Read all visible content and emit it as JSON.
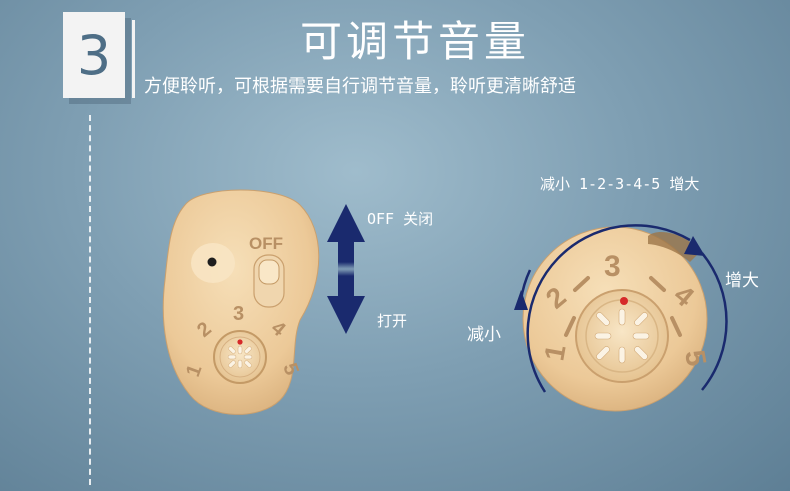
{
  "step_number": "3",
  "title": "可调节音量",
  "subtitle": "方便聆听，可根据需要自行调节音量，聆听更清晰舒适",
  "switch": {
    "off_label": "OFF",
    "off_caption": "OFF 关闭",
    "on_caption": "打开"
  },
  "dial": {
    "scale_caption": "减小 1-2-3-4-5  增大",
    "decrease_label": "减小",
    "increase_label": "增大",
    "numbers": [
      "1",
      "2",
      "3",
      "4",
      "5"
    ]
  },
  "colors": {
    "accent_dark_blue": "#1a2a6e",
    "device_skin": "#efd2a6",
    "number_box_text": "#4e6e86",
    "dial_dot": "#d62a2a"
  }
}
